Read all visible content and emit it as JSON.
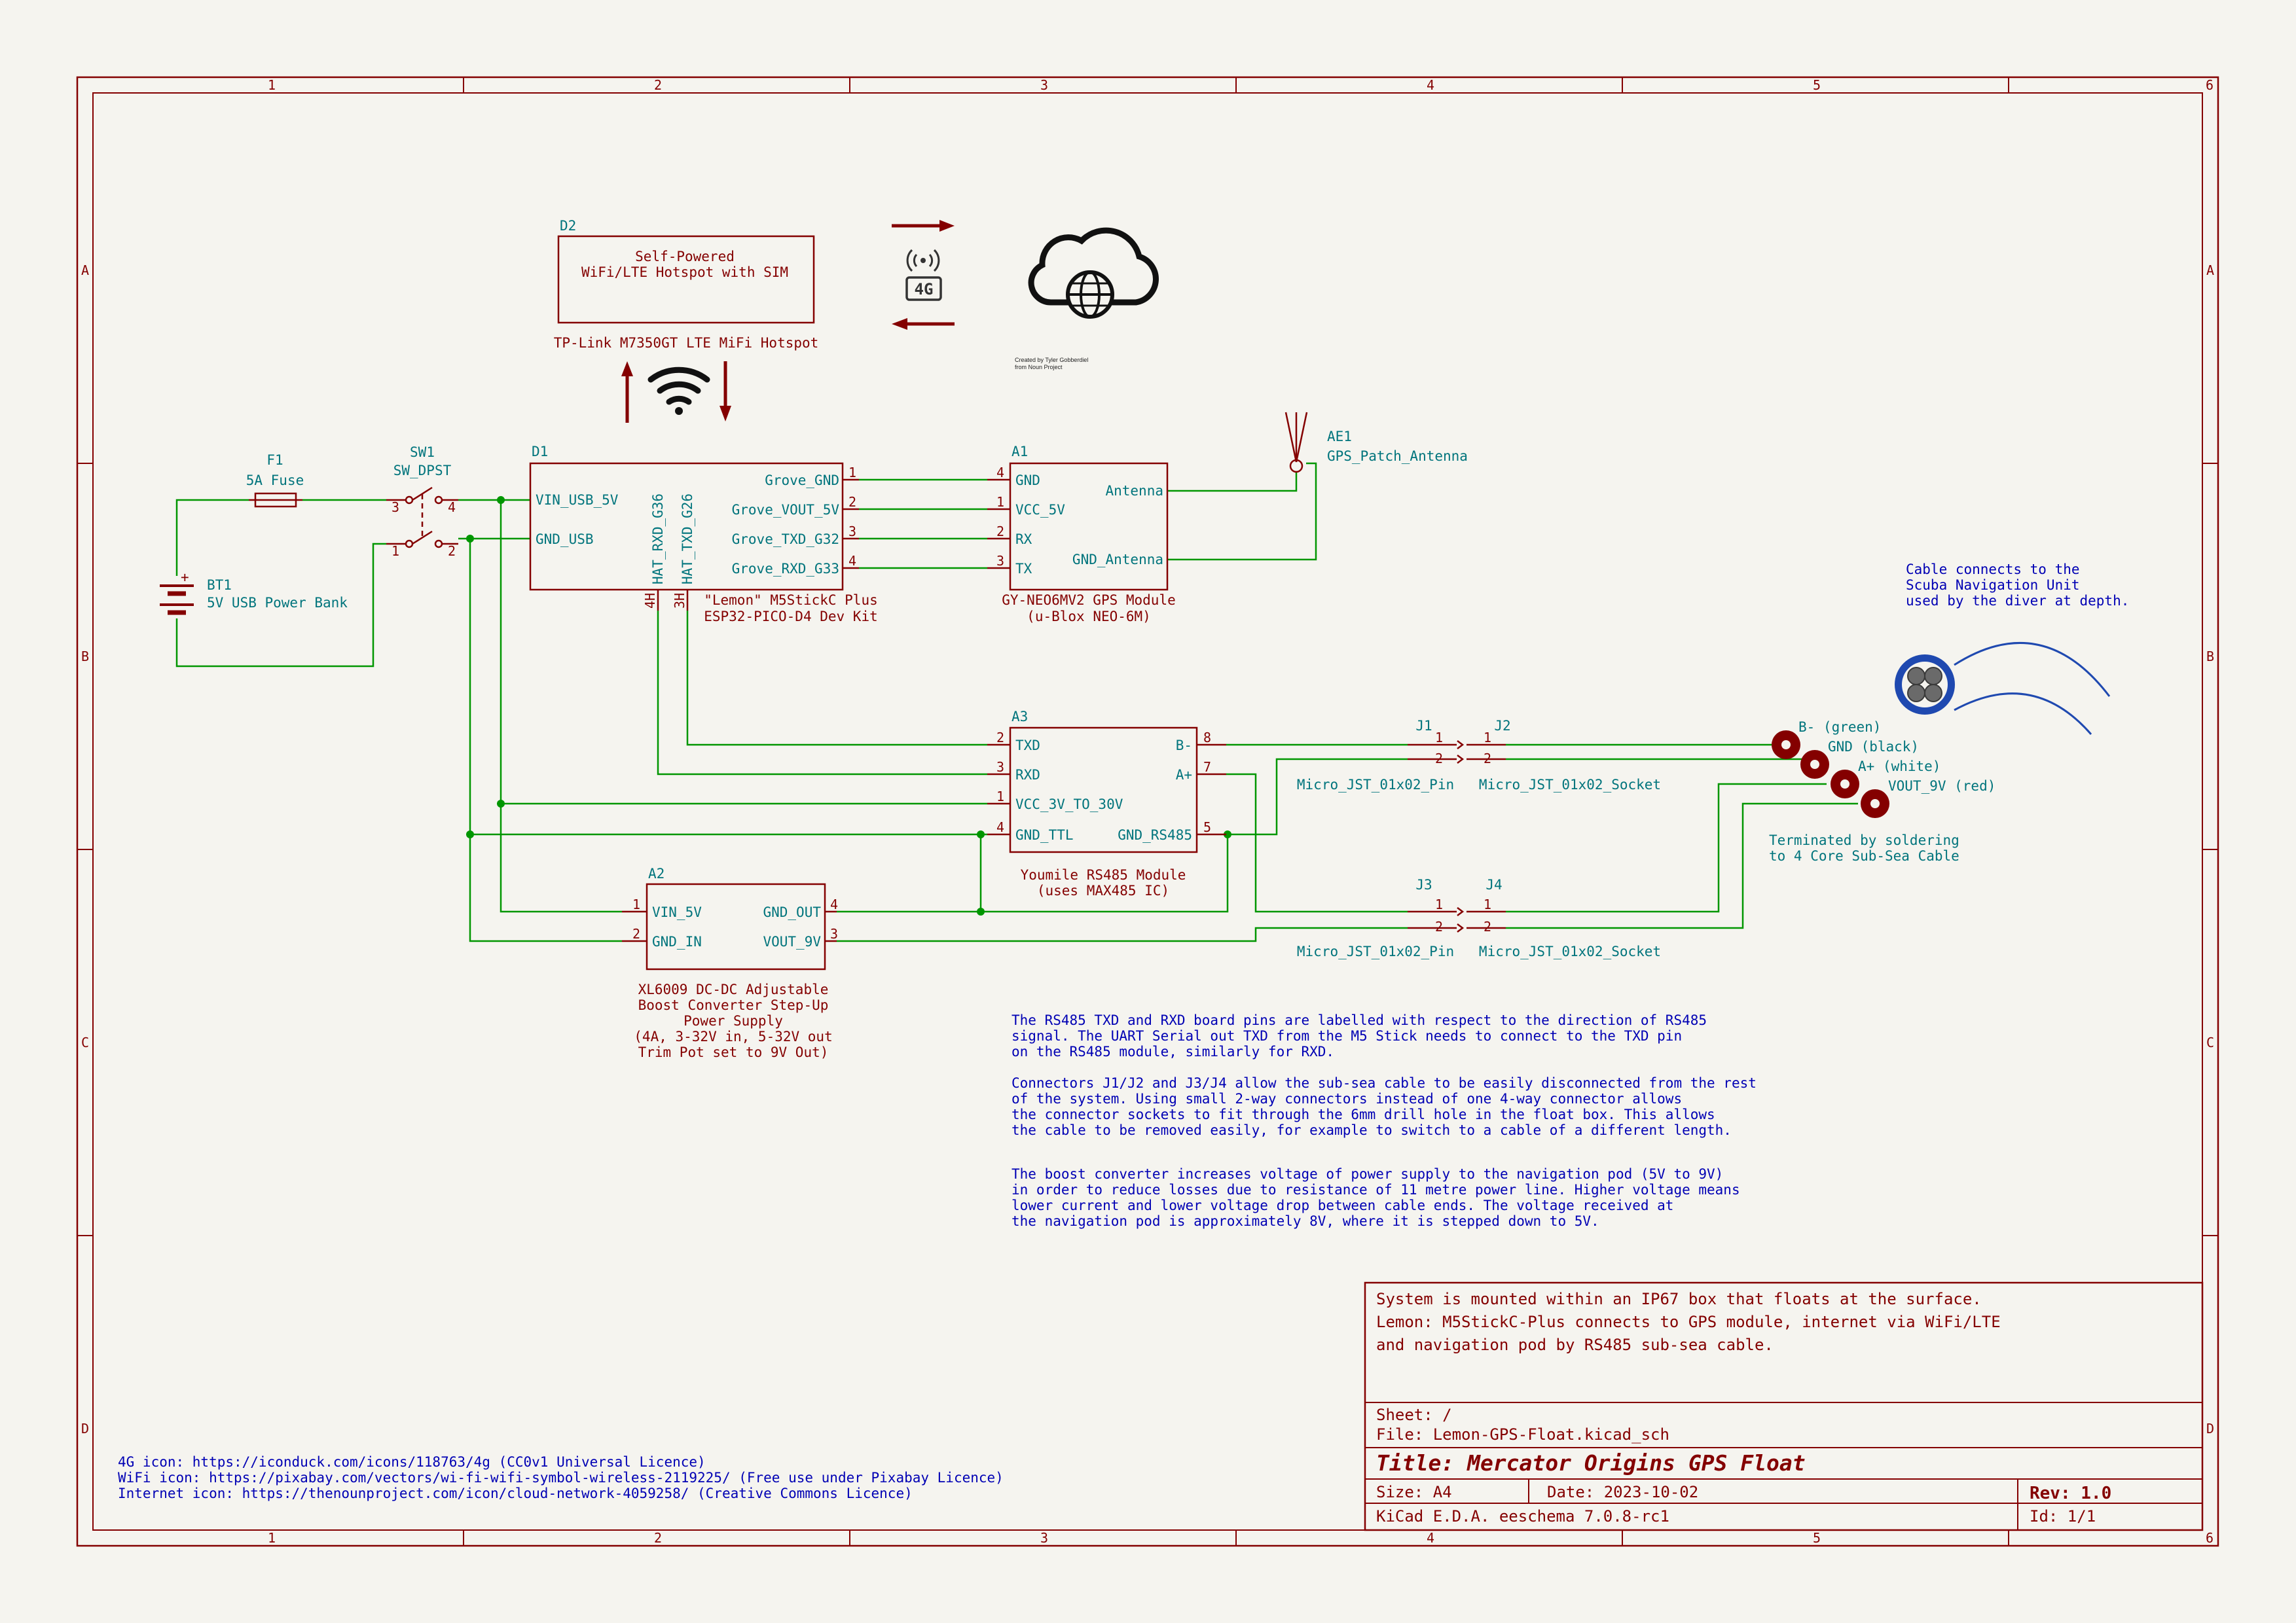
{
  "frame": {
    "columns": [
      "1",
      "2",
      "3",
      "4",
      "5",
      "6"
    ],
    "rows": [
      "A",
      "B",
      "C",
      "D"
    ]
  },
  "components": {
    "d2": {
      "ref": "D2",
      "line1": "Self-Powered",
      "line2": "WiFi/LTE Hotspot with SIM",
      "value": "TP-Link M7350GT LTE MiFi Hotspot"
    },
    "lte_icon": {
      "label": "4G"
    },
    "cloud_credit": {
      "line1": "Created by Tyler Gobberdiel",
      "line2": "from Noun Project"
    },
    "f1": {
      "ref": "F1",
      "value": "5A Fuse"
    },
    "sw1": {
      "ref": "SW1",
      "value": "SW_DPST",
      "pins": [
        "3",
        "4",
        "1",
        "2"
      ]
    },
    "bt1": {
      "ref": "BT1",
      "value": "5V USB Power Bank"
    },
    "d1": {
      "ref": "D1",
      "value1": "\"Lemon\" M5StickC Plus",
      "value2": "ESP32-PICO-D4 Dev Kit",
      "left_pins": [
        "VIN_USB_5V",
        "GND_USB"
      ],
      "right_pins": [
        "Grove_GND",
        "Grove_VOUT_5V",
        "Grove_TXD_G32",
        "Grove_RXD_G33"
      ],
      "right_nums": [
        "1",
        "2",
        "3",
        "4"
      ],
      "bottom_pins": [
        "HAT_RXD_G36",
        "HAT_TXD_G26"
      ],
      "bottom_nums": [
        "4H",
        "3H"
      ]
    },
    "a1": {
      "ref": "A1",
      "value1": "GY-NEO6MV2 GPS Module",
      "value2": "(u-Blox NEO-6M)",
      "left_pins": [
        "GND",
        "VCC_5V",
        "RX",
        "TX"
      ],
      "left_nums": [
        "4",
        "1",
        "2",
        "3"
      ],
      "right_pins": [
        "Antenna",
        "GND_Antenna"
      ]
    },
    "ae1": {
      "ref": "AE1",
      "value": "GPS_Patch_Antenna"
    },
    "a3": {
      "ref": "A3",
      "value1": "Youmile RS485 Module",
      "value2": "(uses MAX485 IC)",
      "left_pins": [
        "TXD",
        "RXD",
        "VCC_3V_TO_30V",
        "GND_TTL"
      ],
      "left_nums": [
        "2",
        "3",
        "1",
        "4"
      ],
      "right_pins": [
        "B-",
        "A+",
        "GND_RS485"
      ],
      "right_nums": [
        "8",
        "7",
        "5"
      ]
    },
    "a2": {
      "ref": "A2",
      "value1": "XL6009 DC-DC Adjustable",
      "value2": "Boost Converter Step-Up",
      "value3": "Power Supply",
      "value4": "(4A, 3-32V in, 5-32V out",
      "value5": "Trim Pot set to 9V Out)",
      "left_pins": [
        "VIN_5V",
        "GND_IN"
      ],
      "left_nums": [
        "1",
        "2"
      ],
      "right_pins": [
        "GND_OUT",
        "VOUT_9V"
      ],
      "right_nums": [
        "4",
        "3"
      ]
    },
    "j1": {
      "ref": "J1",
      "value": "Micro_JST_01x02_Pin",
      "pins": [
        "1",
        "2"
      ]
    },
    "j2": {
      "ref": "J2",
      "value": "Micro_JST_01x02_Socket",
      "pins": [
        "1",
        "2"
      ]
    },
    "j3": {
      "ref": "J3",
      "value": "Micro_JST_01x02_Pin",
      "pins": [
        "1",
        "2"
      ]
    },
    "j4": {
      "ref": "J4",
      "value": "Micro_JST_01x02_Socket",
      "pins": [
        "1",
        "2"
      ]
    },
    "cable": {
      "note1": "Cable connects to the",
      "note2": "Scuba Navigation Unit",
      "note3": "used by the diver at depth.",
      "wires": [
        "B- (green)",
        "GND (black)",
        "A+ (white)",
        "VOUT_9V (red)"
      ],
      "term1": "Terminated by soldering",
      "term2": "to 4 Core Sub-Sea Cable"
    }
  },
  "notes": {
    "p1": [
      "The RS485 TXD and RXD board pins are labelled with respect to the direction of RS485",
      "signal. The UART Serial out TXD from the M5 Stick needs to connect to the TXD pin",
      "on the RS485 module, similarly for RXD."
    ],
    "p2": [
      "Connectors J1/J2 and J3/J4 allow the sub-sea cable to be easily disconnected from the rest",
      "of the system. Using small 2-way connectors instead of one 4-way connector allows",
      "the connector sockets to fit through the 6mm drill hole in the float box. This allows",
      "the cable to be removed easily, for example to switch to a cable of a different length."
    ],
    "p3": [
      "The boost converter increases voltage of power supply to the navigation pod (5V to 9V)",
      "in order to reduce losses due to resistance of 11 metre power line. Higher voltage means",
      "lower current and lower voltage drop between cable ends. The voltage received at",
      "the navigation pod is approximately 8V, where it is stepped down to 5V."
    ]
  },
  "credits": [
    "4G icon: https://iconduck.com/icons/118763/4g   (CC0v1 Universal Licence)",
    "WiFi icon: https://pixabay.com/vectors/wi-fi-wifi-symbol-wireless-2119225/ (Free use under Pixabay Licence)",
    "Internet icon: https://thenounproject.com/icon/cloud-network-4059258/   (Creative Commons Licence)"
  ],
  "title_block": {
    "comment1": "System is mounted within an IP67 box that floats at the surface.",
    "comment2": "Lemon: M5StickC-Plus connects to GPS module, internet via WiFi/LTE",
    "comment3": "and navigation pod by RS485 sub-sea cable.",
    "sheet": "Sheet: /",
    "file": "File: Lemon-GPS-Float.kicad_sch",
    "title": "Title: Mercator Origins GPS Float",
    "size": "Size: A4",
    "date": "Date: 2023-10-02",
    "rev": "Rev: 1.0",
    "tool": "KiCad E.D.A.  eeschema 7.0.8-rc1",
    "id": "Id: 1/1"
  },
  "colors": {
    "symbol": "#840000",
    "pin_text": "#00747c",
    "wire": "#009600",
    "note": "#0000b4",
    "background": "#f5f4ef"
  }
}
